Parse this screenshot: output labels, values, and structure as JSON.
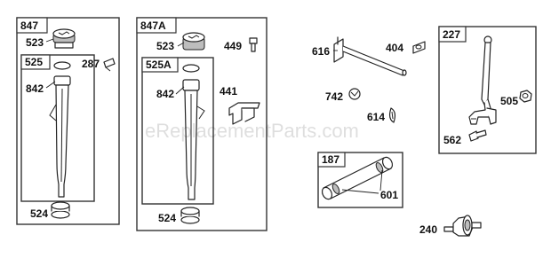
{
  "watermark": "eReplacementParts.com",
  "groups": [
    {
      "id": "847",
      "sub": "525"
    },
    {
      "id": "847A",
      "sub": "525A"
    },
    {
      "id": "227"
    },
    {
      "id": "187"
    }
  ],
  "parts": {
    "p523a": "523",
    "p842a": "842",
    "p287": "287",
    "p524a": "524",
    "p523b": "523",
    "p449": "449",
    "p842b": "842",
    "p441": "441",
    "p524b": "524",
    "p616": "616",
    "p404": "404",
    "p742": "742",
    "p614": "614",
    "p505": "505",
    "p562": "562",
    "p601": "601",
    "p240": "240"
  }
}
